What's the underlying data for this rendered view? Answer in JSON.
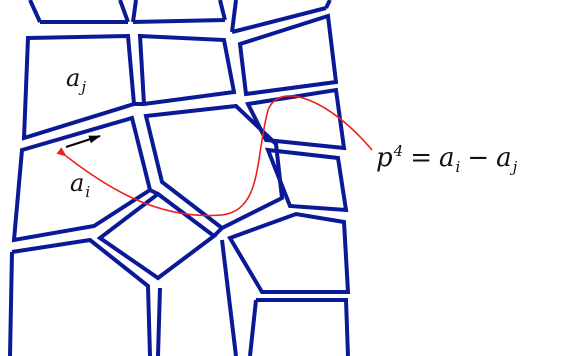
{
  "labels": {
    "aj": {
      "base": "a",
      "sub": "j"
    },
    "ai": {
      "base": "a",
      "sub": "i"
    },
    "equation": {
      "lhs_base": "p",
      "lhs_sup": "4",
      "equals": "=",
      "term1_base": "a",
      "term1_sub": "i",
      "minus": "−",
      "term2_base": "a",
      "term2_sub": "j"
    }
  },
  "colors": {
    "cell_edges": "#0a1a96",
    "path": "#e8231a",
    "arrow": "#000000",
    "background": "#ffffff"
  }
}
